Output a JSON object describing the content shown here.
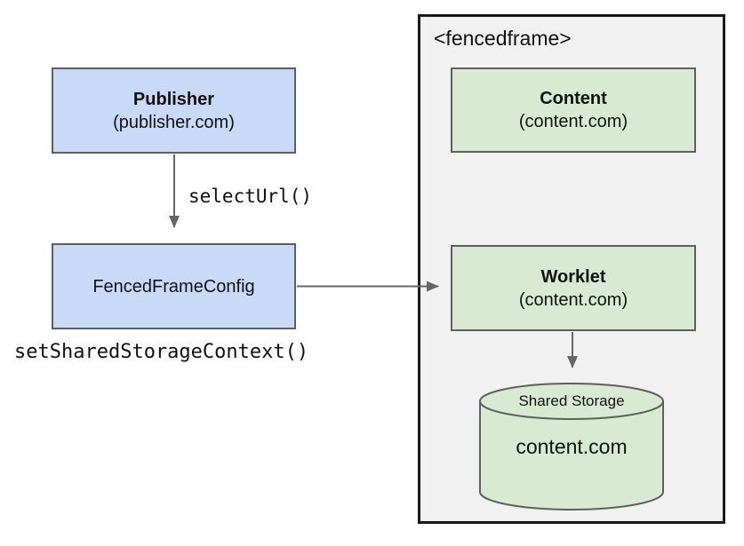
{
  "diagram": {
    "publisher": {
      "title": "Publisher",
      "subtitle": "(publisher.com)"
    },
    "select_url_label": "selectUrl()",
    "fenced_frame_config": {
      "title": "FencedFrameConfig"
    },
    "set_shared_storage_context_label": "setSharedStorageContext()",
    "fencedframe": {
      "title": "<fencedframe>",
      "content": {
        "title": "Content",
        "subtitle": "(content.com)"
      },
      "worklet": {
        "title": "Worklet",
        "subtitle": "(content.com)"
      },
      "shared_storage": {
        "label": "Shared Storage",
        "origin": "content.com"
      }
    },
    "colors": {
      "blue_fill": "#c9daf8",
      "green_fill": "#d9ead3",
      "container_fill": "#f1f1f1",
      "container_border": "#1a1a1a",
      "box_border": "#5f5f5f",
      "arrow": "#666666",
      "text": "#111111"
    }
  }
}
